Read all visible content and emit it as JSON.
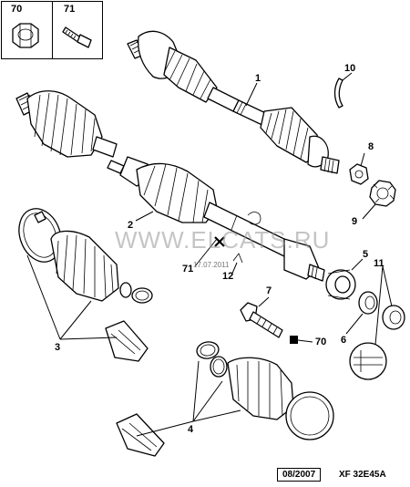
{
  "inset_labels": {
    "nut": "70",
    "bolt": "71"
  },
  "watermark": "WWW.ELCATS.RU",
  "date_stamp": "17.07.2011",
  "callouts": {
    "c1": "1",
    "c2": "2",
    "c3": "3",
    "c4": "4",
    "c5": "5",
    "c6": "6",
    "c7": "7",
    "c70": "70",
    "c8": "8",
    "c9": "9",
    "c10": "10",
    "c11": "11",
    "c12": "12",
    "c71": "71"
  },
  "footer": {
    "date": "08/2007",
    "ref": "XF 32E45A"
  }
}
